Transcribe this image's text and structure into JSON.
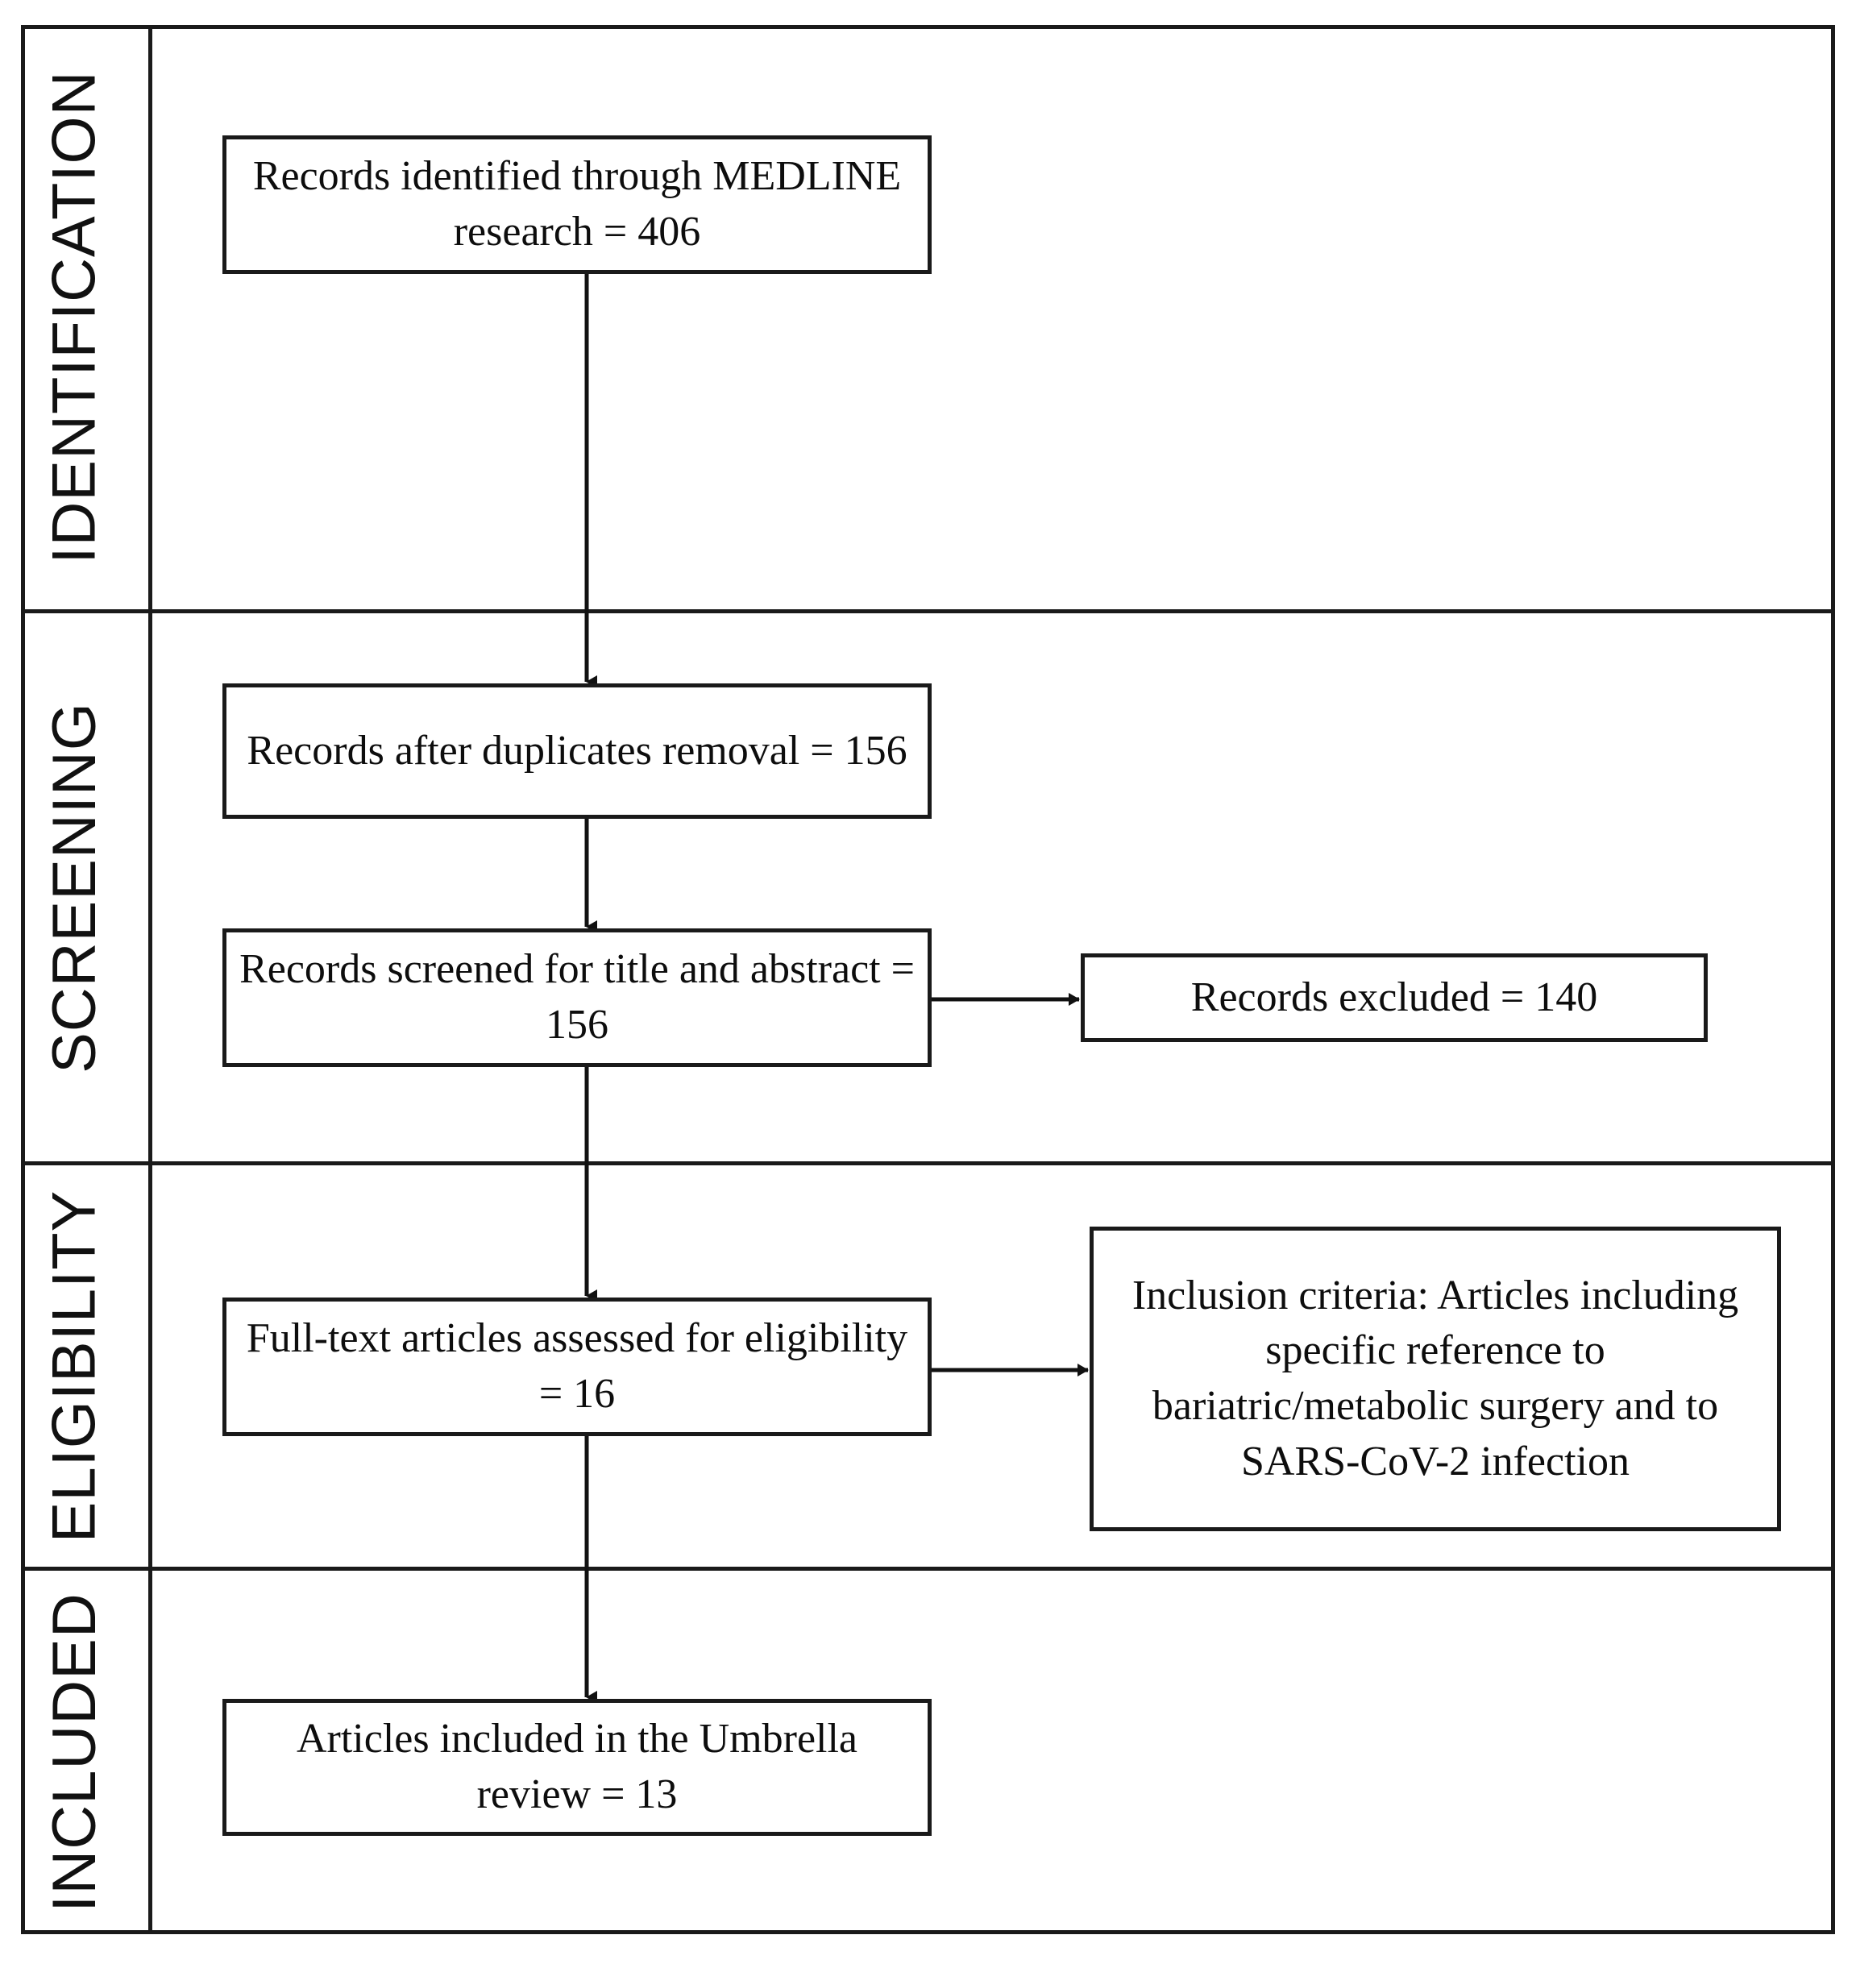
{
  "diagram": {
    "type": "prisma-flow-diagram",
    "stages": [
      {
        "id": "identification",
        "label": "IDENTIFICATION"
      },
      {
        "id": "screening",
        "label": "SCREENING"
      },
      {
        "id": "eligibility",
        "label": "ELIGIBILITY"
      },
      {
        "id": "included",
        "label": "INCLUDED"
      }
    ],
    "boxes": {
      "identified": {
        "text": "Records identified through MEDLINE research = 406",
        "count": 406
      },
      "after_dupes": {
        "text": "Records after duplicates removal = 156",
        "count": 156
      },
      "screened": {
        "text": "Records screened for title and abstract = 156",
        "count": 156
      },
      "excluded": {
        "text": "Records excluded = 140",
        "count": 140
      },
      "fulltext": {
        "text": "Full-text articles assessed for eligibility = 16",
        "count": 16
      },
      "inclusion": {
        "text": "Inclusion criteria: Articles including specific reference to bariatric/metabolic surgery and to SARS-CoV-2 infection"
      },
      "included": {
        "text": "Articles included in the Umbrella review = 13",
        "count": 13
      }
    },
    "connectors": [
      {
        "from": "identified",
        "to": "after_dupes",
        "direction": "down",
        "arrowhead": true
      },
      {
        "from": "after_dupes",
        "to": "screened",
        "direction": "down",
        "arrowhead": true
      },
      {
        "from": "screened",
        "to": "excluded",
        "direction": "right",
        "arrowhead": true
      },
      {
        "from": "screened",
        "to": "fulltext",
        "direction": "down",
        "arrowhead": true
      },
      {
        "from": "fulltext",
        "to": "inclusion",
        "direction": "right",
        "arrowhead": true
      },
      {
        "from": "fulltext",
        "to": "included",
        "direction": "down",
        "arrowhead": true
      }
    ],
    "colors": {
      "stroke": "#1a1a1a",
      "text": "#0d0d0d",
      "background": "#ffffff"
    }
  }
}
